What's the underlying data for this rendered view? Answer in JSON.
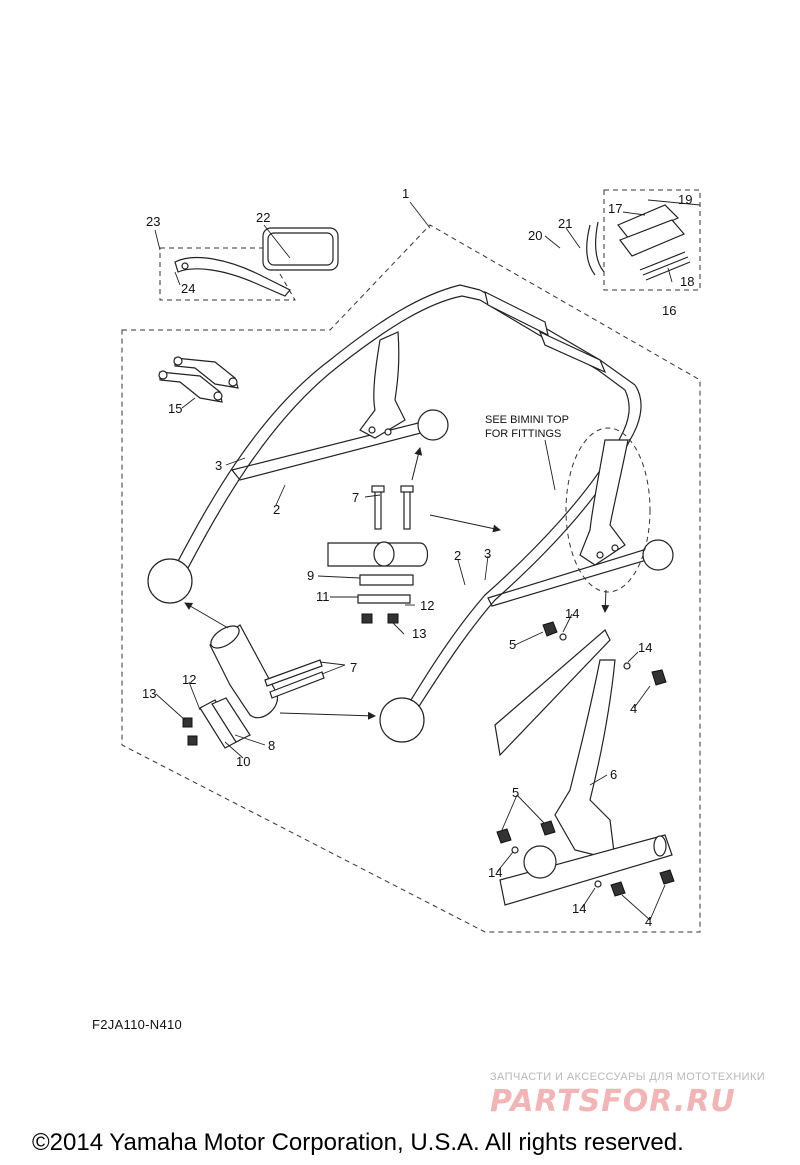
{
  "diagram": {
    "callouts": {
      "c1": "1",
      "c2a": "2",
      "c2b": "2",
      "c3a": "3",
      "c3b": "3",
      "c4a": "4",
      "c4b": "4",
      "c5a": "5",
      "c5b": "5",
      "c6": "6",
      "c7a": "7",
      "c7b": "7",
      "c8": "8",
      "c9": "9",
      "c10": "10",
      "c11": "11",
      "c12a": "12",
      "c12b": "12",
      "c13a": "13",
      "c13b": "13",
      "c14a": "14",
      "c14b": "14",
      "c14c": "14",
      "c14d": "14",
      "c15": "15",
      "c16": "16",
      "c17": "17",
      "c18": "18",
      "c19": "19",
      "c20": "20",
      "c21": "21",
      "c22": "22",
      "c23": "23",
      "c24": "24"
    },
    "note_line1": "SEE BIMINI TOP",
    "note_line2": "FOR FITTINGS"
  },
  "footer": {
    "code": "F2JA110-N410",
    "watermark_line": "ЗАПЧАСТИ И АКСЕССУАРЫ ДЛЯ МОТОТЕХНИКИ",
    "watermark_logo": "PARTSFOR.RU",
    "copyright": "©2014 Yamaha Motor Corporation, U.S.A. All rights reserved."
  },
  "colors": {
    "line": "#222222",
    "watermark_logo": "#f2b4b4",
    "watermark_text": "#b8b8b8"
  }
}
